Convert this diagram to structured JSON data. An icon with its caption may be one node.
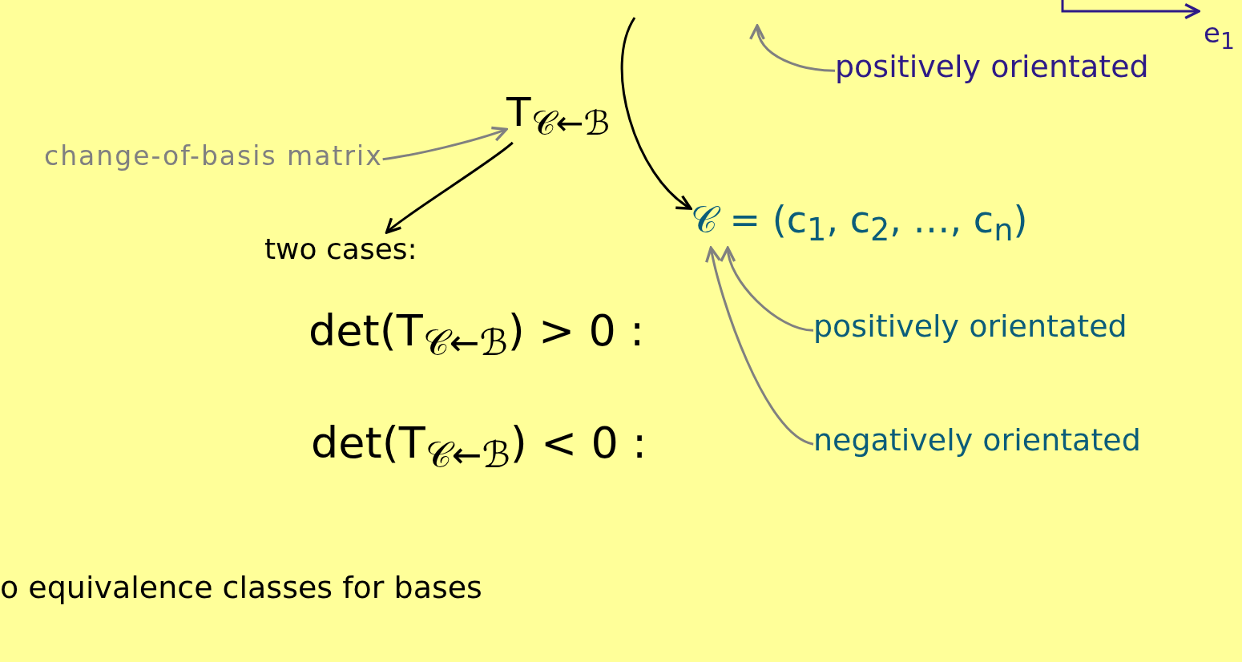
{
  "diagram": {
    "nodes": [
      {
        "text": [
          "change-of-basis matrix"
        ]
      },
      {
        "text": [
          "T$_{𝒞←ℬ}$"
        ]
      },
      {
        "text": [
          "two cases:"
        ]
      },
      {
        "text": [
          "𝒞 = (c$_{1}$, c$_{2}$, …, c$_{n}$)"
        ]
      },
      {
        "text": [
          "positively orientated"
        ]
      },
      {
        "text": [
          "positively orientated"
        ]
      },
      {
        "text": [
          "negatively orientated"
        ]
      },
      {
        "text": [
          "det(T$_{𝒞←ℬ}$) > 0 :"
        ]
      },
      {
        "text": [
          "det(T$_{𝒞←ℬ}$) < 0 :"
        ]
      }
    ],
    "edges": [
      {
        "from": 0,
        "to": 1,
        "arrow": "to",
        "color": "#808080"
      },
      {
        "from": 1,
        "to": 2,
        "arrow": "to",
        "color": "#000000"
      },
      {
        "from": null,
        "to": 3,
        "arrow": "to",
        "color": "#000000"
      },
      {
        "from": 4,
        "to": null,
        "arrow": "to",
        "color": "#808080"
      },
      {
        "from": 5,
        "to": 3,
        "arrow": "to",
        "color": "#808080"
      },
      {
        "from": 6,
        "to": 3,
        "arrow": "to",
        "color": "#808080"
      }
    ],
    "labels": [
      "e$_{1}$",
      "o equivalence classes for bases"
    ]
  }
}
